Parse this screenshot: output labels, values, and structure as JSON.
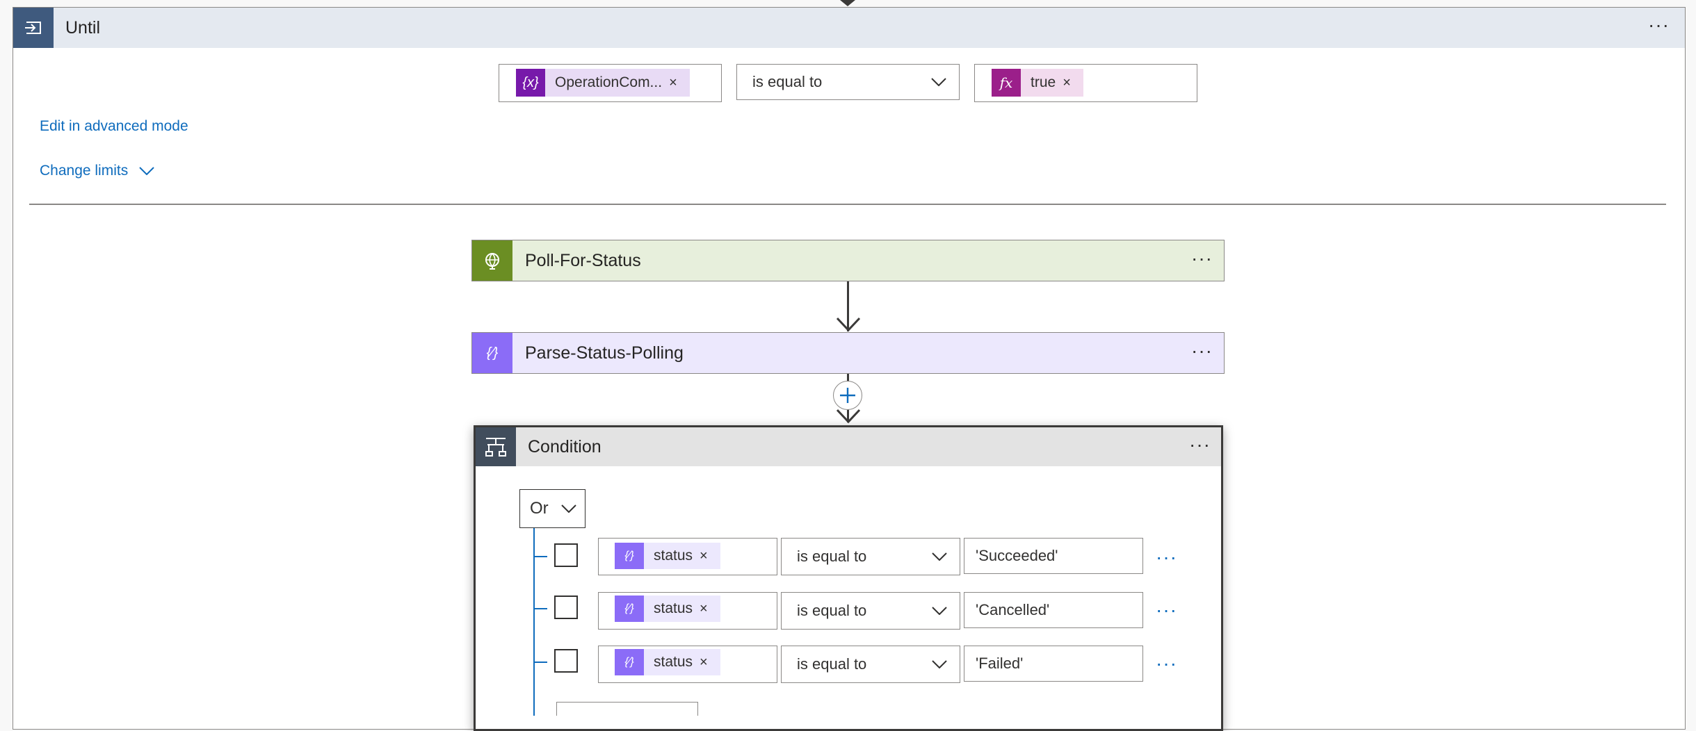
{
  "until": {
    "title": "Until",
    "more": "···",
    "left_token": {
      "icon": "{x}",
      "label": "OperationCom...",
      "close": "×",
      "color": "#7719aa",
      "bg": "#e8dbf5"
    },
    "operator": "is equal to",
    "right_token": {
      "icon": "fx",
      "label": "true",
      "close": "×",
      "color": "#9b1f8a",
      "bg": "#f2dbee"
    },
    "edit_advanced": "Edit in advanced mode",
    "change_limits": "Change limits"
  },
  "actions": {
    "poll": {
      "title": "Poll-For-Status",
      "more": "···",
      "icon_color": "#6b8e23",
      "bg": "#e7efdc"
    },
    "parse": {
      "title": "Parse-Status-Polling",
      "more": "···",
      "icon_color": "#8b6cf7",
      "bg": "#ece8fd"
    }
  },
  "condition": {
    "title": "Condition",
    "more": "···",
    "group_operator": "Or",
    "rows": [
      {
        "token": "status",
        "close": "×",
        "operator": "is equal to",
        "value": "'Succeeded'",
        "more": "···"
      },
      {
        "token": "status",
        "close": "×",
        "operator": "is equal to",
        "value": "'Cancelled'",
        "more": "···"
      },
      {
        "token": "status",
        "close": "×",
        "operator": "is equal to",
        "value": "'Failed'",
        "more": "···"
      }
    ]
  },
  "colors": {
    "link": "#0f6cbd",
    "until_icon": "#3f5a7e",
    "condition_icon": "#414d5c"
  }
}
